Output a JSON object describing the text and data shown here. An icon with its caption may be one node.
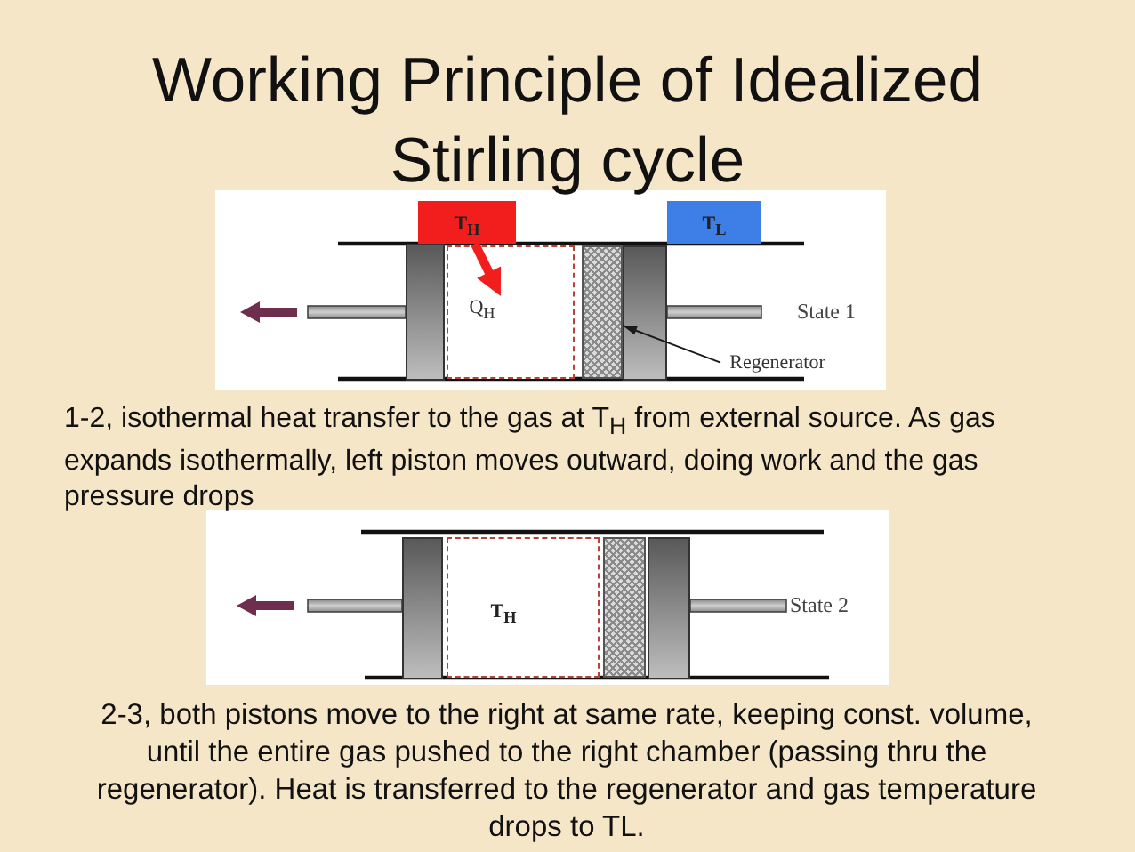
{
  "diagram": {
    "title": "Working Principle of Idealized Stirling cycle",
    "nodes": [
      {
        "text": [
          "T$_{H}$"
        ]
      },
      {
        "text": [
          "T$_{L}$"
        ]
      },
      {
        "text": [],
        "shape": "box"
      },
      {
        "text": [],
        "shape": "box"
      },
      {
        "text": [
          "Q$_{H}$"
        ],
        "in": 3
      },
      {
        "text": [],
        "shape": "box"
      },
      {
        "text": [],
        "shape": "box"
      },
      {
        "text": [
          "Regenerator"
        ]
      },
      {
        "text": [],
        "shape": "box"
      },
      {
        "text": [
          "T$_{H}$"
        ]
      },
      {
        "text": [],
        "shape": "box"
      },
      {
        "text": [],
        "shape": "box"
      }
    ],
    "edges": [
      {
        "from": 0,
        "to": 4,
        "arrow": "to",
        "style": "thick",
        "color": "#f21d1d"
      },
      {
        "from": 7,
        "to": 5,
        "arrow": "to",
        "color": "#1a1a1a"
      }
    ],
    "labels": [
      "State 1",
      "1-2, isothermal heat transfer to the gas at T$_{H}$ from external source. As gas expands isothermally, left piston moves outward, doing work and the gas pressure drops",
      "State 2",
      "2-3, both pistons move to the right at same rate, keeping const. volume, until the entire gas pushed to the right chamber (passing thru the regenerator). Heat is transferred to the regenerator and gas temperature drops to TL."
    ]
  }
}
